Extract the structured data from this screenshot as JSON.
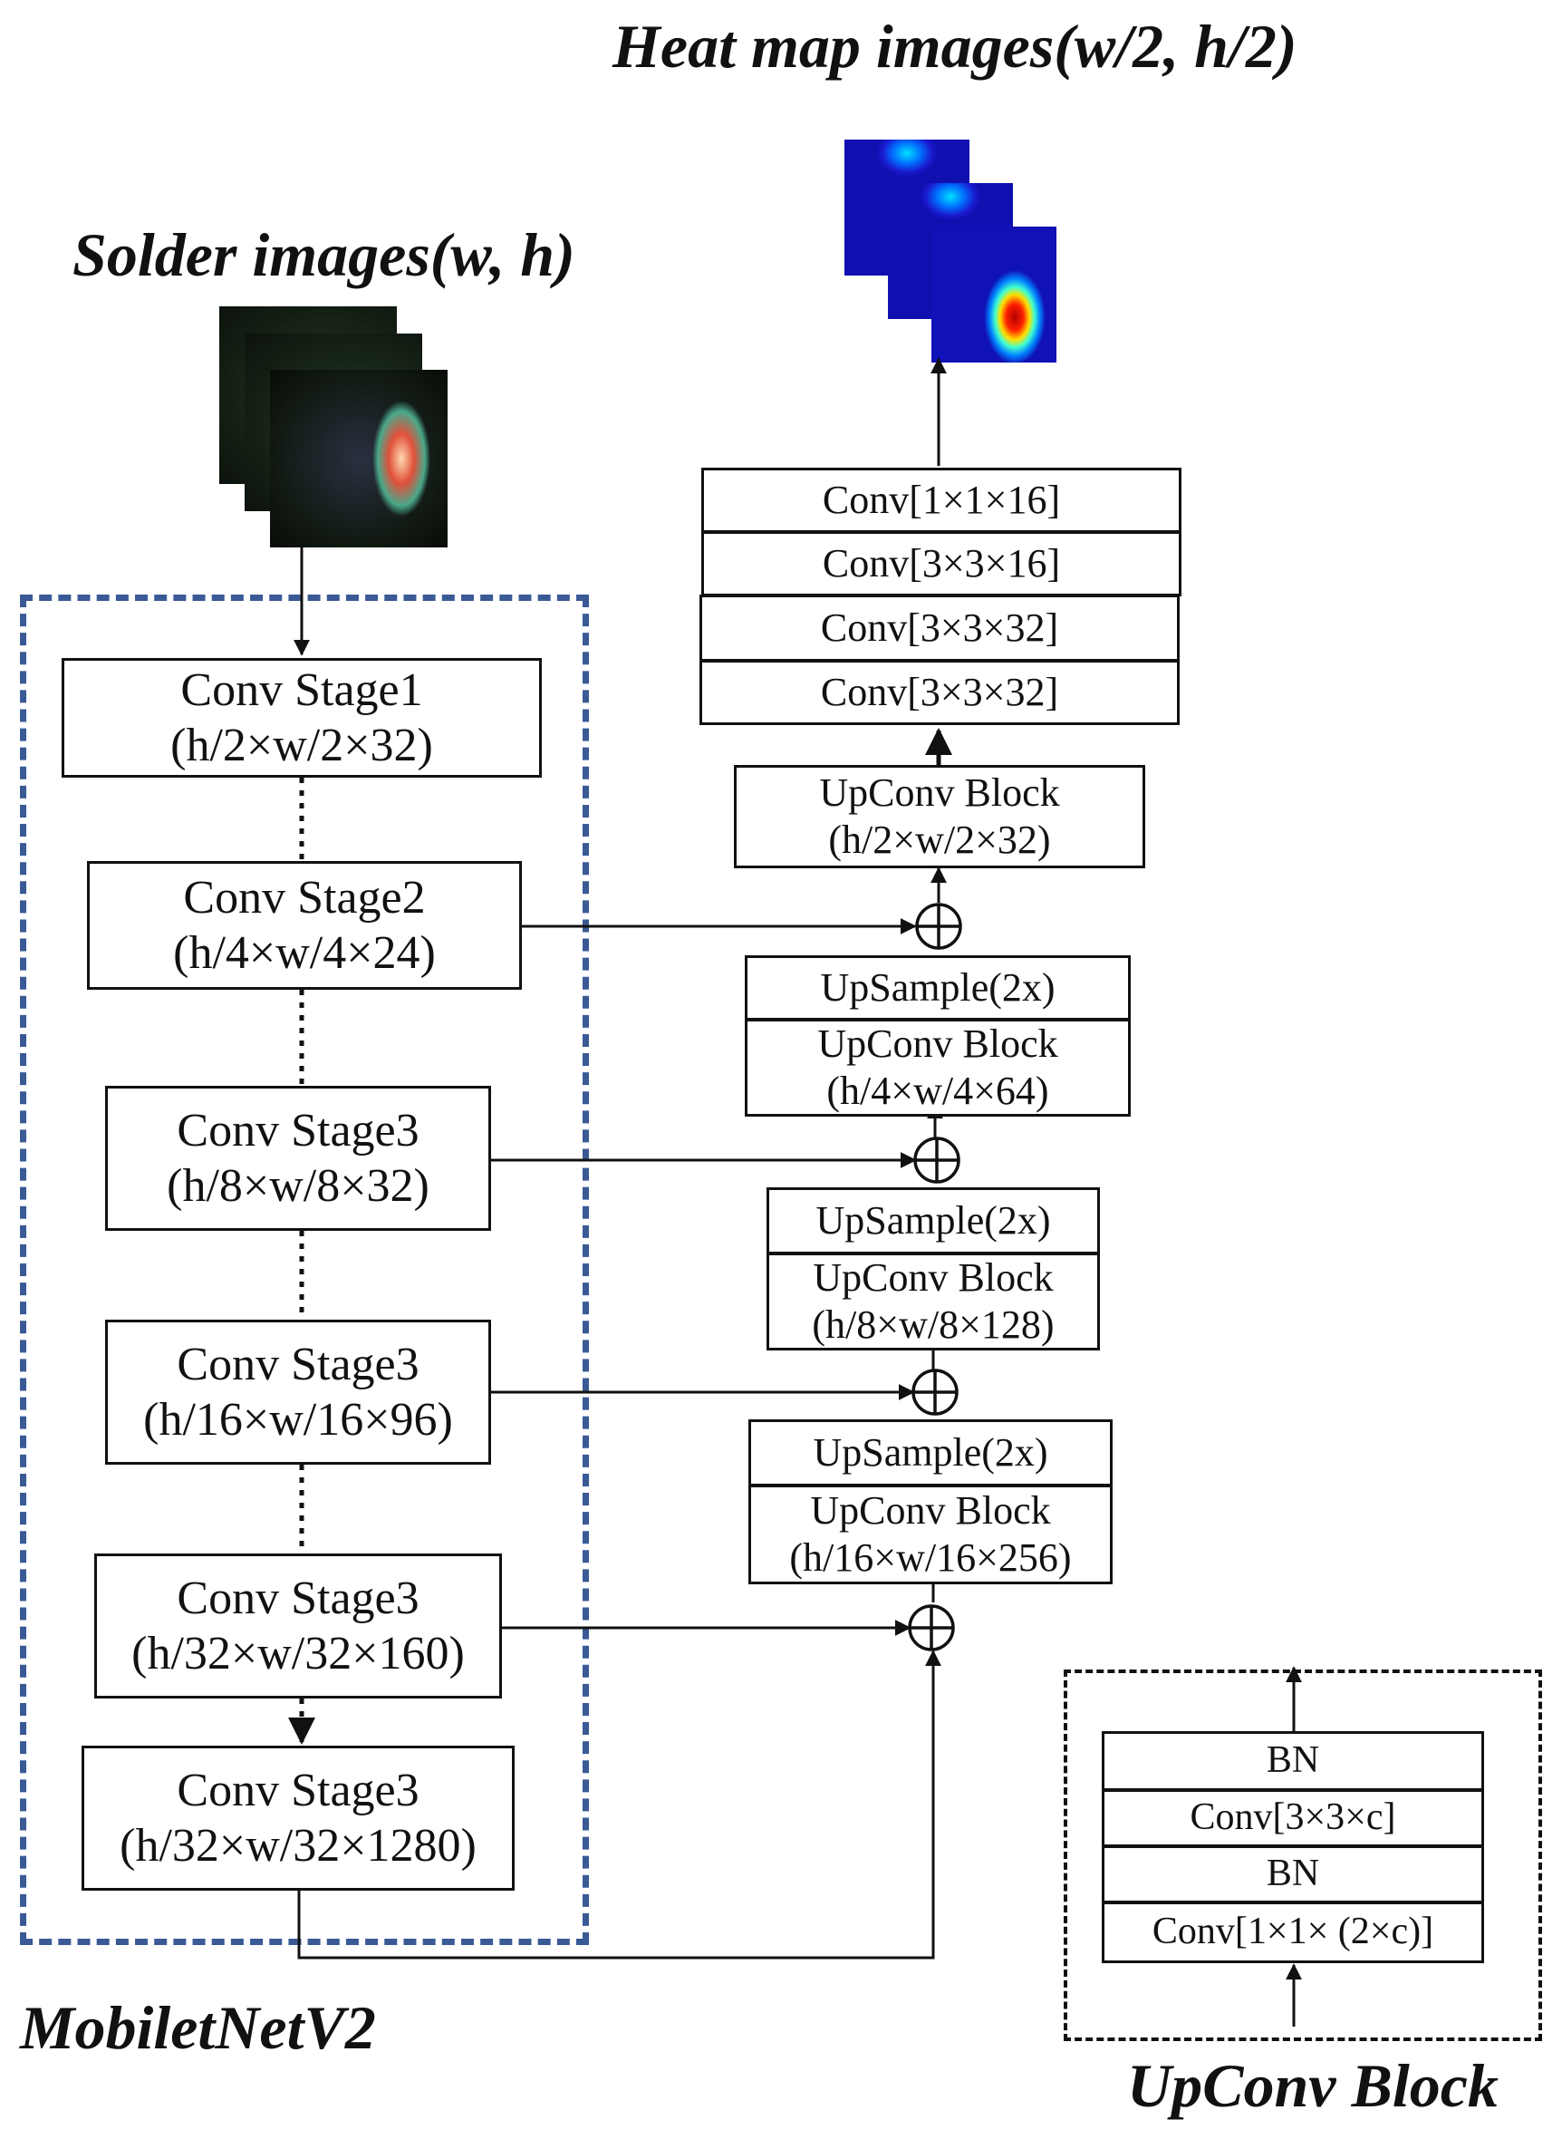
{
  "titles": {
    "heatmap": "Heat map images(w/2, h/2)",
    "solder": "Solder images(w, h)",
    "mobilenet": "MobiletNetV2",
    "upconv_block": "UpConv Block"
  },
  "encoder": {
    "stages": [
      {
        "name": "Conv Stage1",
        "dims": "(h/2×w/2×32)"
      },
      {
        "name": "Conv Stage2",
        "dims": "(h/4×w/4×24)"
      },
      {
        "name": "Conv Stage3",
        "dims": "(h/8×w/8×32)"
      },
      {
        "name": "Conv Stage3",
        "dims": "(h/16×w/16×96)"
      },
      {
        "name": "Conv Stage3",
        "dims": "(h/32×w/32×160)"
      },
      {
        "name": "Conv Stage3",
        "dims": "(h/32×w/32×1280)"
      }
    ]
  },
  "head": {
    "layers": [
      "Conv[1×1×16]",
      "Conv[3×3×16]",
      "Conv[3×3×32]",
      "Conv[3×3×32]"
    ]
  },
  "decoder": {
    "block1": {
      "upconv": "UpConv Block",
      "dims": "(h/2×w/2×32)"
    },
    "block2": {
      "upsample": "UpSample(2x)",
      "upconv": "UpConv Block",
      "dims": "(h/4×w/4×64)"
    },
    "block3": {
      "upsample": "UpSample(2x)",
      "upconv": "UpConv Block",
      "dims": "(h/8×w/8×128)"
    },
    "block4": {
      "upsample": "UpSample(2x)",
      "upconv": "UpConv Block",
      "dims": "(h/16×w/16×256)"
    }
  },
  "upconv_detail": {
    "layers": [
      "BN",
      "Conv[3×3×c]",
      "BN",
      "Conv[1×1× (2×c)]"
    ]
  },
  "colors": {
    "mobilenet_frame": "#3a5a96",
    "line": "#111111"
  }
}
